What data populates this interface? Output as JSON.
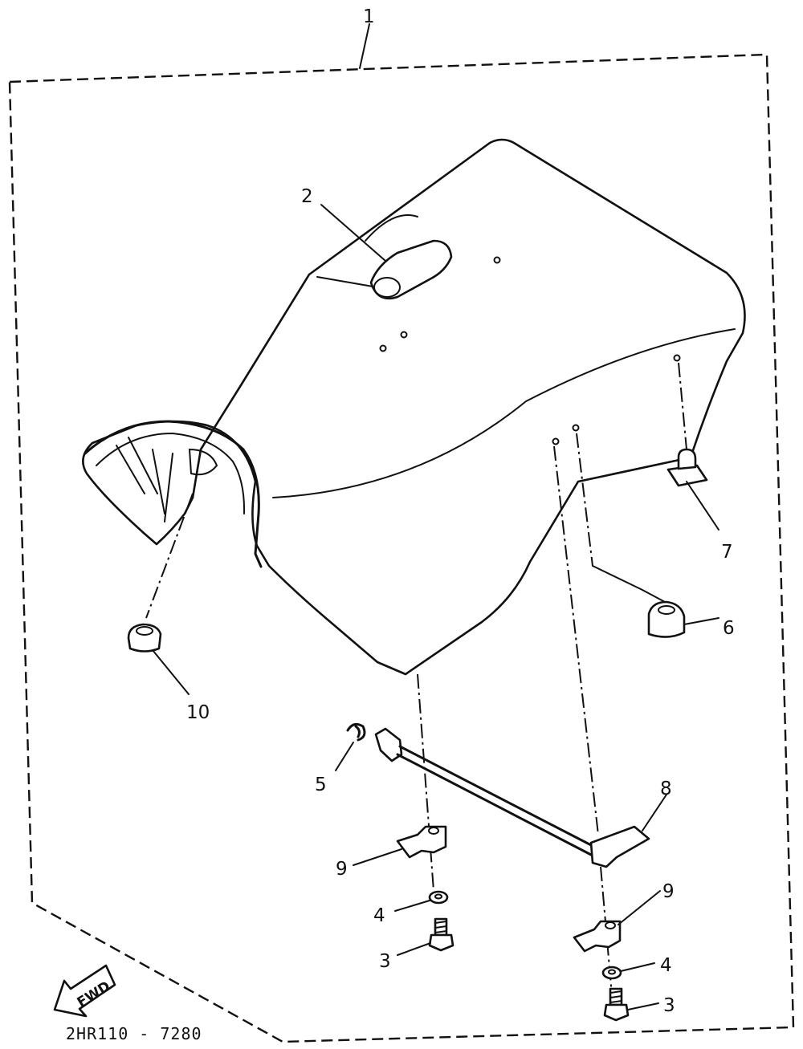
{
  "callouts": [
    "1",
    "2",
    "3",
    "3",
    "4",
    "4",
    "5",
    "6",
    "7",
    "8",
    "9",
    "9",
    "10"
  ],
  "direction_label": "FWD",
  "drawing_code": "2HR110 - 7280"
}
